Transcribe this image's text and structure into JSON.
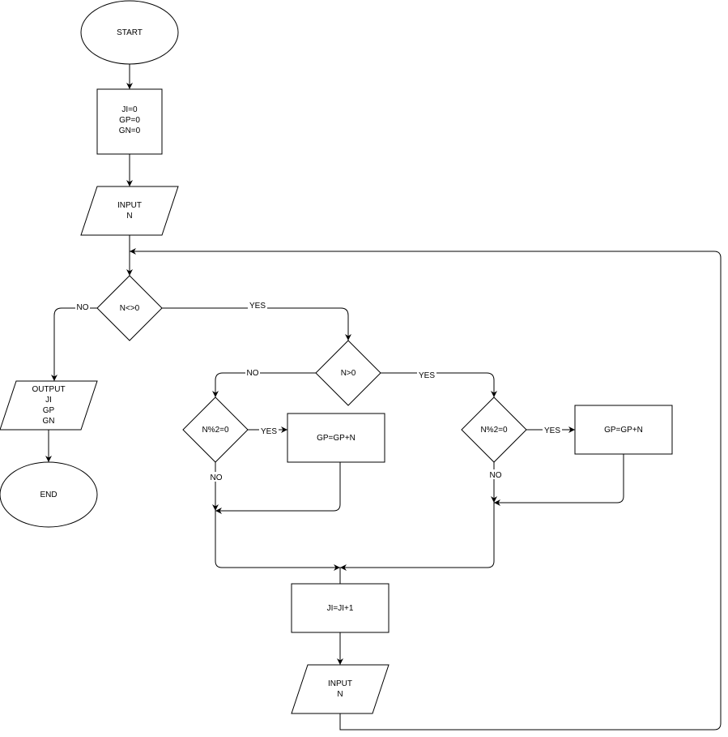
{
  "nodes": {
    "start": "START",
    "init": [
      "JI=0",
      "GP=0",
      "GN=0"
    ],
    "input_n": [
      "INPUT",
      "N"
    ],
    "decision_nonzero": "N<>0",
    "output": [
      "OUTPUT",
      "JI",
      "GP",
      "GN"
    ],
    "end": "END",
    "decision_positive": "N>0",
    "decision_even_left": "N%2=0",
    "process_left": "GP=GP+N",
    "decision_even_right": "N%2=0",
    "process_right": "GP=GP+N",
    "increment": "JI=JI+1",
    "input_n_loop": [
      "INPUT",
      "N"
    ]
  },
  "edge_labels": {
    "nonzero_no": "NO",
    "nonzero_yes": "YES",
    "positive_no": "NO",
    "positive_yes": "YES",
    "even_left_yes": "YES",
    "even_left_no": "NO",
    "even_right_yes": "YES",
    "even_right_no": "NO"
  }
}
